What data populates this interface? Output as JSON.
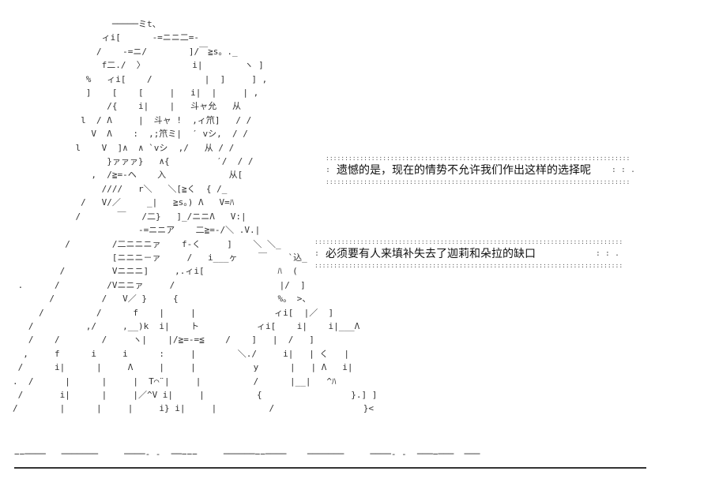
{
  "art": {
    "figure": "                   ─────ミt、\n                 ィi[      -=ニニ二=-\n                /    -=ニ/        ]/￣≧s。._\n                 f二./  〉         i|        ヽ ]\n              %   ィi[    /          |  ]     ] ,\n              ]    [    [     |   i|  |     | ,\n                  /{    i|    |   斗ャ允   从\n             l  / Λ     |  斗ャ !  ,ィ笊]   / /\n               V  Λ    :  ,;笊ミ|  ′ vシ,  / /\n            l    V  ]∧  ∧ `vシ  ,/   从 / /\n                  }ァァァ}   ∧{         ′/  / /\n               ,  /≧=-ヘ    入            从[\n                 ////   r＼   ＼[≧く  { /_\n             /   V/／     _|   ≧s。) Λ   V=ﾊ\n            /       ￣   /二}   ]_/ニニΛ   V:|\n                        -=ニニア    二≧=-/＼ .V.|\n          /        /二ニニニァ    f-く     ]    ＼ ＼_\n                   [ニニニ－ァ     /   i___ヶ    ￣    `込_\n         /         Vニニニ]     ,.ィi[              ﾊ  (\n .      /         /Vニニァ     /                    |/  ]\n       /         /   V／ }     {                   %。 >、\n     /          /      f    |     |               ィi[  |／  ]\n   /          ,/     ,__)k  i|    ト           ィi[    i|    i|___Λ\n   /    /        /     ヽ|    |/≧=-=≦    /    ]   |  /   ]\n  ,     f      i     i      :     |        ＼./     i|   | く   |\n /      i|      |     Λ     |     |           y      |   | Λ   i|\n.  /      |      |     |  T⌒¨|     |          /      |__|   ^ﾊ\n /       i|      |     |／^V i|     |          {                 }.] ]\n/        |      |     |     i} i|     |          /                 }<",
    "ground": "−−────   ───────     ────- -  ──−−−     ──────−−────    ───────     ────- -  ───−───  ───"
  },
  "bubble1": {
    "dots_top": "::::::::::::::::::::::::::::::::::::::::::::::::::::::::::::::::::::::::::::::::",
    "left_edge": ":",
    "text": "遗憾的是，现在的情势不允许我们作出这样的选择呢",
    "right_edge": ": : .",
    "dots_bottom": "::::::::::::::::::::::::::::::::::::::::::::::::::::::::::::::::::::::::::::::::"
  },
  "bubble2": {
    "dots_top": ":::::::::::::::::::::::::::::::::::::::::::::::::::::::::::::::::::::::::::::::::",
    "left_edge": ":",
    "text": "必须要有人来填补失去了迦莉和朵拉的缺口",
    "right_edge": ": : .",
    "dots_bottom": ":::::::::::::::::::::::::::::::::::::::::::::::::::::::::::::::::::::::::::::::::"
  }
}
